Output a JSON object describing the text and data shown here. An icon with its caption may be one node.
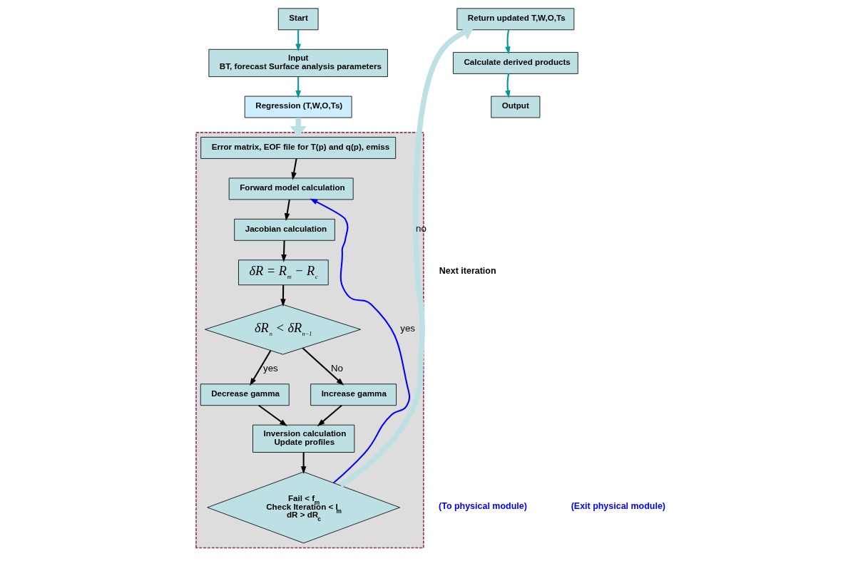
{
  "diagram": {
    "nodes": [
      {
        "text": [
          "Start"
        ]
      },
      {
        "text": [
          "Input",
          "BT, forecast Surface analysis parameters"
        ]
      },
      {
        "text": [
          "Regression (T,W,O,Ts)"
        ]
      },
      {
        "text": [],
        "shape": "box"
      },
      {
        "text": [
          "Error matrix, EOF file for T(p) and q(p), emiss"
        ],
        "in": 3
      },
      {
        "text": [
          "Forward model calculation"
        ],
        "in": 3
      },
      {
        "text": [
          "Jacobian calculation"
        ],
        "in": 3
      },
      {
        "text": [
          "δR = R$_{m}$ − R$_{c}$"
        ],
        "in": 3
      },
      {
        "text": [
          "δR$_{n}$ < δR$_{n−1}$"
        ],
        "in": 3
      },
      {
        "text": [
          "Decrease gamma"
        ],
        "in": 3
      },
      {
        "text": [
          "Increase gamma"
        ],
        "in": 3
      },
      {
        "text": [
          "Inversion calculation",
          "Update profiles"
        ],
        "in": 3
      },
      {
        "text": [
          "Fail < f$_{m}$",
          "Check Iteration < I$_{m}$",
          "dR > dR$_{c}$"
        ],
        "in": 3
      },
      {
        "text": [
          "Return updated T,W,O,Ts"
        ]
      },
      {
        "text": [
          "Calculate derived products"
        ]
      },
      {
        "text": [
          "Output"
        ]
      }
    ],
    "edges": [
      {
        "from": 0,
        "to": 1,
        "arrow": "to",
        "color": "#009999"
      },
      {
        "from": 1,
        "to": 2,
        "arrow": "to",
        "color": "#009999"
      },
      {
        "from": 2,
        "to": 3,
        "arrow": "to",
        "style": "thick",
        "color": "#bce0e3"
      },
      {
        "from": 4,
        "to": 5,
        "arrow": "to"
      },
      {
        "from": 5,
        "to": 6,
        "arrow": "to"
      },
      {
        "from": 6,
        "to": 7,
        "arrow": "to"
      },
      {
        "from": 7,
        "to": 8,
        "arrow": "to"
      },
      {
        "from": 8,
        "to": 9,
        "arrow": "to",
        "label": "yes"
      },
      {
        "from": 8,
        "to": 10,
        "arrow": "to",
        "label": "No"
      },
      {
        "from": 9,
        "to": 11,
        "arrow": "to"
      },
      {
        "from": 10,
        "to": 11,
        "arrow": "to"
      },
      {
        "from": 11,
        "to": 12,
        "arrow": "to"
      },
      {
        "from": 12,
        "to": 5,
        "arrow": "to",
        "label": "yes",
        "color": "#0000ff"
      },
      {
        "from": 12,
        "to": 13,
        "arrow": "to",
        "label": "no",
        "style": "thick",
        "color": "#bce0e3"
      },
      {
        "from": 13,
        "to": 14,
        "arrow": "to",
        "color": "#009999"
      },
      {
        "from": 14,
        "to": 15,
        "arrow": "to",
        "color": "#009999"
      }
    ],
    "labels": [
      "Next iteration",
      "(To physical module)",
      "(Exit physical module)"
    ]
  }
}
